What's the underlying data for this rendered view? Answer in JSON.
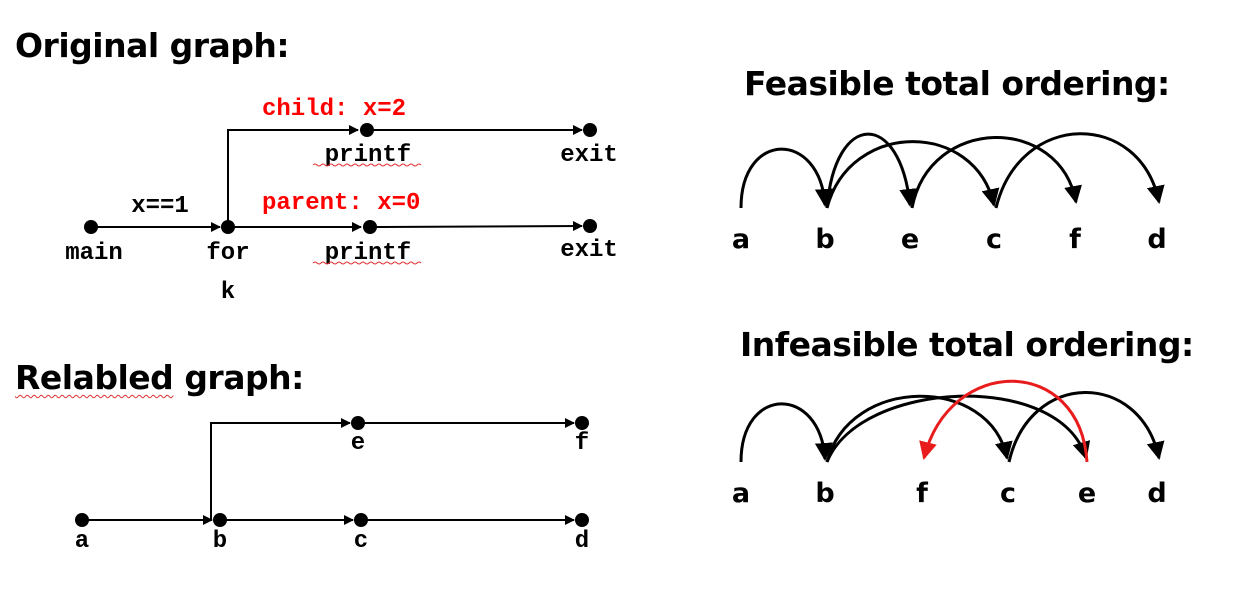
{
  "original_graph": {
    "title": "Original graph:",
    "edge_label": "x==1",
    "child_label": "child: x=2",
    "parent_label": "parent: x=0",
    "nodes": {
      "main": "main",
      "fork_line1": "for",
      "fork_line2": "k",
      "child_printf": "printf",
      "child_exit": "exit",
      "parent_printf": "printf",
      "parent_exit": "exit"
    }
  },
  "relabeled_graph": {
    "title_word1": "Relabled",
    "title_word2": "graph:",
    "nodes": {
      "a": "a",
      "b": "b",
      "c": "c",
      "d": "d",
      "e": "e",
      "f": "f"
    }
  },
  "feasible": {
    "title": "Feasible total ordering:",
    "order": [
      "a",
      "b",
      "e",
      "c",
      "f",
      "d"
    ],
    "edges": [
      [
        "a",
        "b"
      ],
      [
        "b",
        "e"
      ],
      [
        "b",
        "c"
      ],
      [
        "e",
        "f"
      ],
      [
        "c",
        "d"
      ]
    ]
  },
  "infeasible": {
    "title": "Infeasible total ordering:",
    "order": [
      "a",
      "b",
      "f",
      "c",
      "e",
      "d"
    ],
    "edges": [
      [
        "a",
        "b"
      ],
      [
        "b",
        "c"
      ],
      [
        "b",
        "e"
      ],
      [
        "c",
        "d"
      ]
    ],
    "violating_edge": [
      "e",
      "f"
    ],
    "violating_color": "#e81c1c"
  },
  "colors": {
    "accent_red": "#ff0000",
    "line": "#000000"
  }
}
